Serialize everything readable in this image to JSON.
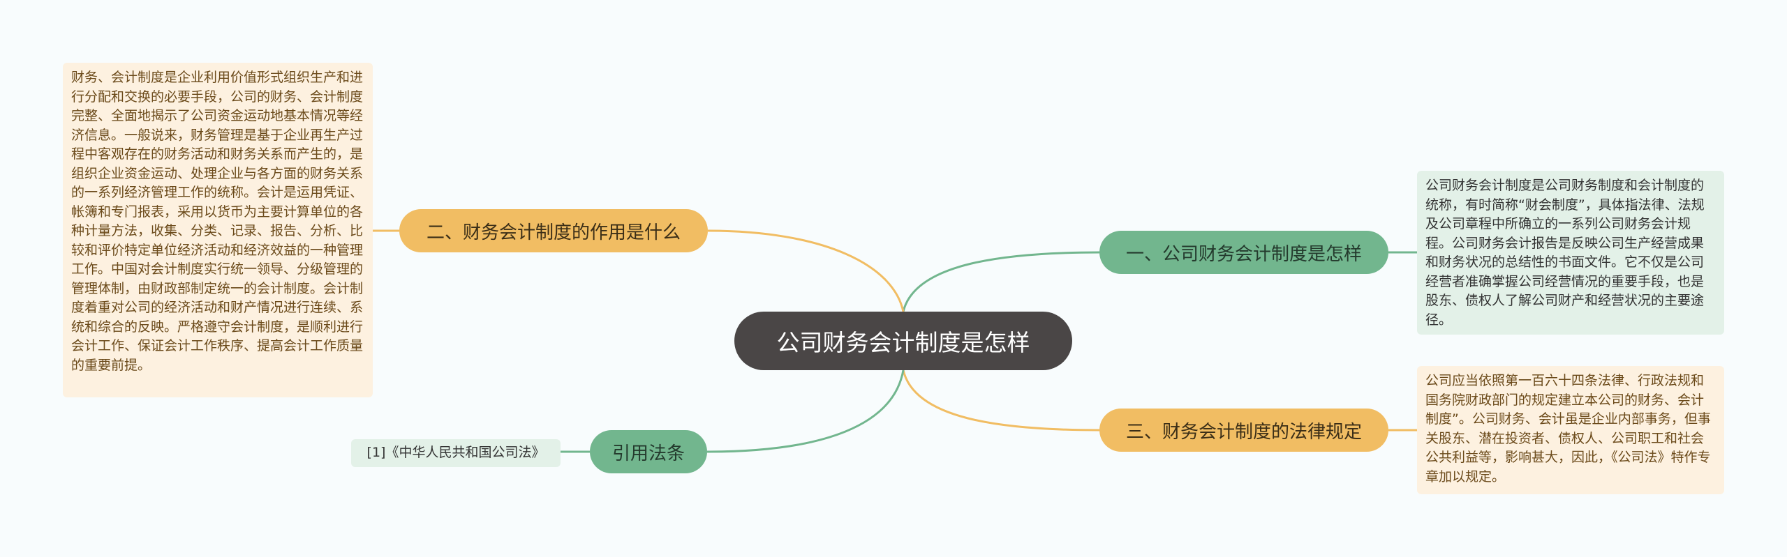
{
  "root": {
    "title": "公司财务会计制度是怎样"
  },
  "branches": [
    {
      "label": "一、公司财务会计制度是怎样",
      "note": "公司财务会计制度是公司财务制度和会计制度的统称，有时简称“财会制度”，具体指法律、法规及公司章程中所确立的一系列公司财务会计规程。公司财务会计报告是反映公司生产经营成果和财务状况的总结性的书面文件。它不仅是公司经营者准确掌握公司经营情况的重要手段，也是股东、债权人了解公司财产和经营状况的主要途径。"
    },
    {
      "label": "二、财务会计制度的作用是什么",
      "note": "财务、会计制度是企业利用价值形式组织生产和进行分配和交换的必要手段，公司的财务、会计制度完整、全面地揭示了公司资金运动地基本情况等经济信息。一般说来，财务管理是基于企业再生产过程中客观存在的财务活动和财务关系而产生的，是组织企业资金运动、处理企业与各方面的财务关系的一系列经济管理工作的统称。会计是运用凭证、帐簿和专门报表，采用以货币为主要计算单位的各种计量方法，收集、分类、记录、报告、分析、比较和评价特定单位经济活动和经济效益的一种管理工作。中国对会计制度实行统一领导、分级管理的管理体制，由财政部制定统一的会计制度。会计制度着重对公司的经济活动和财产情况进行连续、系统和综合的反映。严格遵守会计制度，是顺利进行会计工作、保证会计工作秩序、提高会计工作质量的重要前提。"
    },
    {
      "label": "三、财务会计制度的法律规定",
      "note": "公司应当依照第一百六十四条法律、行政法规和国务院财政部门的规定建立本公司的财务、会计制度”。公司财务、会计虽是企业内部事务，但事关股东、潜在投资者、债权人、公司职工和社会公共利益等，影响甚大，因此，《公司法》特作专章加以规定。"
    },
    {
      "label": "引用法条",
      "note": "[1]《中华人民共和国公司法》"
    }
  ],
  "colors": {
    "background": "#f8fcfd",
    "root": "#4a4646",
    "green_branch": "#72b68e",
    "orange_branch": "#f1bd63",
    "green_note": "#e3f1e8",
    "orange_note": "#fdf1e0"
  }
}
